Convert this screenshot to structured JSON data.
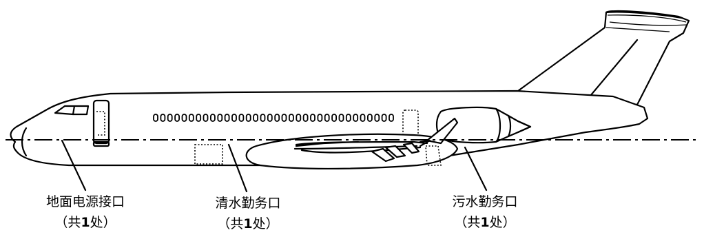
{
  "labels": {
    "ground_power": {
      "name": "地面电源接口",
      "count_open": "（共",
      "count_num": "1",
      "count_close": "处）"
    },
    "potable_water": {
      "name": "清水勤务口",
      "count_open": "（共",
      "count_num": "1",
      "count_close": "处）"
    },
    "waste_water": {
      "name": "污水勤务口",
      "count_open": "（共",
      "count_num": "1",
      "count_close": "处）"
    }
  },
  "windows": {
    "cabin_window_count": 34
  }
}
